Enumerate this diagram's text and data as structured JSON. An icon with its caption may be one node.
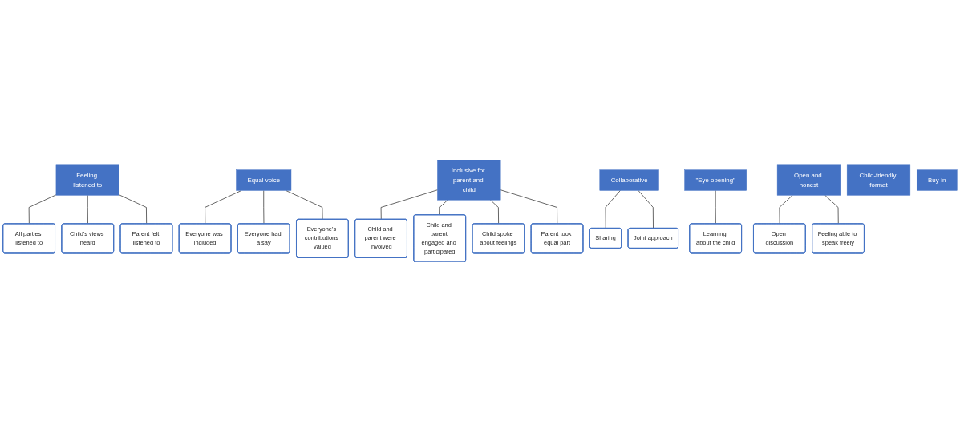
{
  "diagram": {
    "nodes": [
      {
        "text": [
          "Feeling listened to"
        ]
      },
      {
        "text": [
          "All parties listened to"
        ]
      },
      {
        "text": [
          "Child's views heard"
        ]
      },
      {
        "text": [
          "Parent felt listened to"
        ]
      },
      {
        "text": [
          "Equal voice"
        ]
      },
      {
        "text": [
          "Everyone was included"
        ]
      },
      {
        "text": [
          "Everyone had a say"
        ]
      },
      {
        "text": [
          "Everyone's contributions valued"
        ]
      },
      {
        "text": [
          "Inclusive for parent and child"
        ]
      },
      {
        "text": [
          "Child and parent were involved"
        ]
      },
      {
        "text": [
          "Child and parent engaged and participated"
        ]
      },
      {
        "text": [
          "Child spoke about feelings"
        ]
      },
      {
        "text": [
          "Parent took equal part"
        ]
      },
      {
        "text": [
          "Collaborative"
        ]
      },
      {
        "text": [
          "Sharing"
        ]
      },
      {
        "text": [
          "Joint approach"
        ]
      },
      {
        "text": [
          "\"Eye opening\""
        ]
      },
      {
        "text": [
          "Learning about the child"
        ]
      },
      {
        "text": [
          "Open and honest"
        ]
      },
      {
        "text": [
          "Open discussion"
        ]
      },
      {
        "text": [
          "Feeling able to speak freely"
        ]
      },
      {
        "text": [
          "Child-friendly format"
        ]
      },
      {
        "text": [
          "Buy-in"
        ]
      }
    ],
    "edges": [
      {
        "from": 0,
        "to": 1,
        "arrow": "none"
      },
      {
        "from": 0,
        "to": 2,
        "arrow": "none"
      },
      {
        "from": 0,
        "to": 3,
        "arrow": "none"
      },
      {
        "from": 4,
        "to": 5,
        "arrow": "none"
      },
      {
        "from": 4,
        "to": 6,
        "arrow": "none"
      },
      {
        "from": 4,
        "to": 7,
        "arrow": "none"
      },
      {
        "from": 8,
        "to": 9,
        "arrow": "none"
      },
      {
        "from": 8,
        "to": 10,
        "arrow": "none"
      },
      {
        "from": 8,
        "to": 11,
        "arrow": "none"
      },
      {
        "from": 8,
        "to": 12,
        "arrow": "none"
      },
      {
        "from": 13,
        "to": 14,
        "arrow": "none"
      },
      {
        "from": 13,
        "to": 15,
        "arrow": "none"
      },
      {
        "from": 16,
        "to": 17,
        "arrow": "none"
      },
      {
        "from": 18,
        "to": 19,
        "arrow": "none"
      },
      {
        "from": 18,
        "to": 20,
        "arrow": "none"
      }
    ]
  }
}
